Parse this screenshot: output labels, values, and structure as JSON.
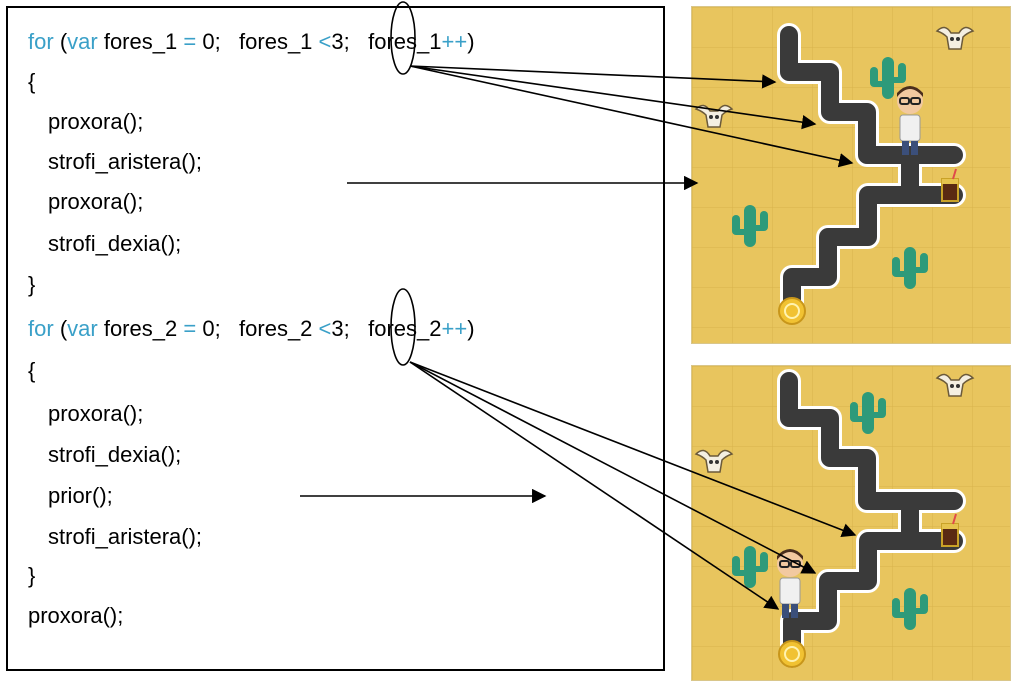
{
  "code": {
    "loop1": {
      "kw_for": "for",
      "paren_open": "(",
      "kw_var": "var",
      "var_name": "fores_1",
      "assign": "=",
      "init": "0;",
      "cond_var": "fores_1",
      "lt": "<",
      "limit": "3",
      "semi": ";",
      "incr_var": "fores_1",
      "incr_op": "++",
      "paren_close": ")",
      "brace_open": "{",
      "body": [
        "proxora();",
        "strofi_aristera();",
        "proxora();",
        "strofi_dexia();"
      ],
      "brace_close": "}"
    },
    "loop2": {
      "kw_for": "for",
      "paren_open": "(",
      "kw_var": "var",
      "var_name": "fores_2",
      "assign": "=",
      "init": "0;",
      "cond_var": "fores_2",
      "lt": "<",
      "limit": "3",
      "semi": ";",
      "incr_var": "fores_2",
      "incr_op": "++",
      "paren_close": ")",
      "brace_open": "{",
      "body": [
        "proxora();",
        "strofi_dexia();",
        "prior();",
        "strofi_aristera();"
      ],
      "brace_close": "}"
    },
    "final": "proxora();"
  },
  "colors": {
    "keyword": "#3aa0c8",
    "sand": "#e8c55e",
    "sand_grid": "#d8b24c",
    "road": "#3a3a3a",
    "road_edge": "#ffffff",
    "cactus": "#2e9a7a",
    "arrow": "#000000"
  },
  "icons": [
    "cow-skull-icon",
    "cactus-icon",
    "character-icon",
    "drink-cup-icon",
    "gold-coin-icon"
  ]
}
